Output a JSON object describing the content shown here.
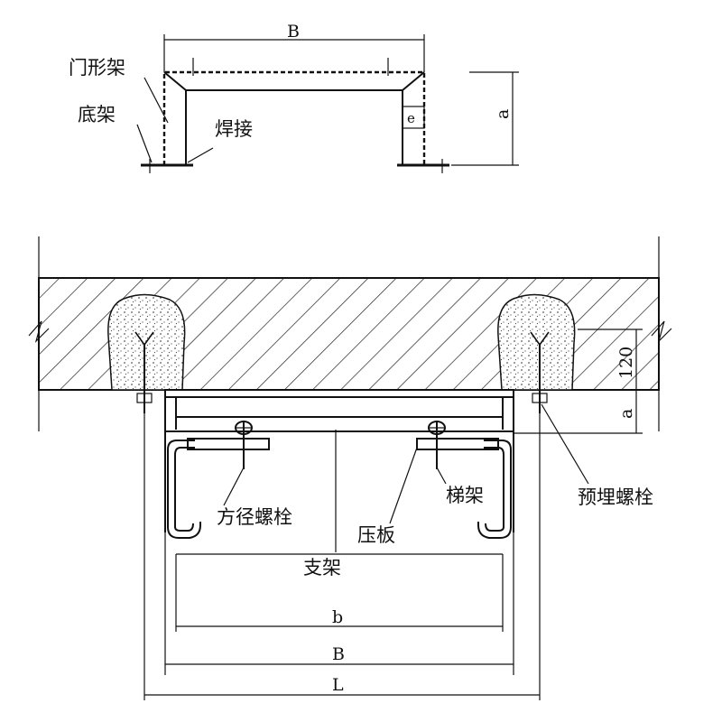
{
  "labels": {
    "portal_frame": "门形架",
    "base_frame": "底架",
    "welding": "焊接",
    "square_bolt": "方径螺栓",
    "support": "支架",
    "pressure_plate": "压板",
    "ladder_rack": "梯架",
    "embedded_bolt": "预埋螺栓"
  },
  "dimensions": {
    "top_B": "B",
    "top_a": "a",
    "top_e": "e",
    "sec_120": "120",
    "sec_a": "a",
    "sec_b": "b",
    "sec_B": "B",
    "sec_L": "L"
  }
}
